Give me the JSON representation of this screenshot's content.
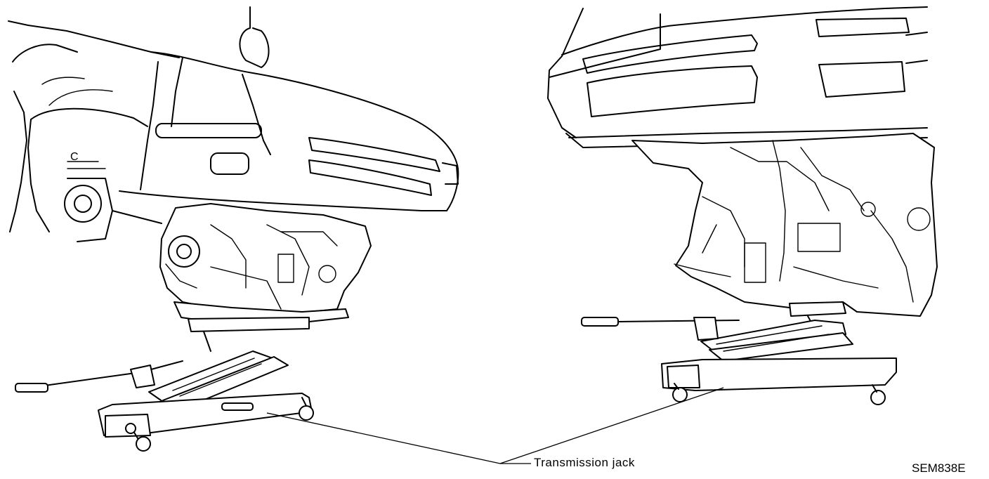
{
  "callout": {
    "label": "Transmission jack"
  },
  "figure": {
    "code": "SEM838E"
  },
  "icons": {
    "left_view": "car-front-on-transmission-jack-illustration",
    "right_view": "car-underside-on-transmission-jack-illustration"
  }
}
